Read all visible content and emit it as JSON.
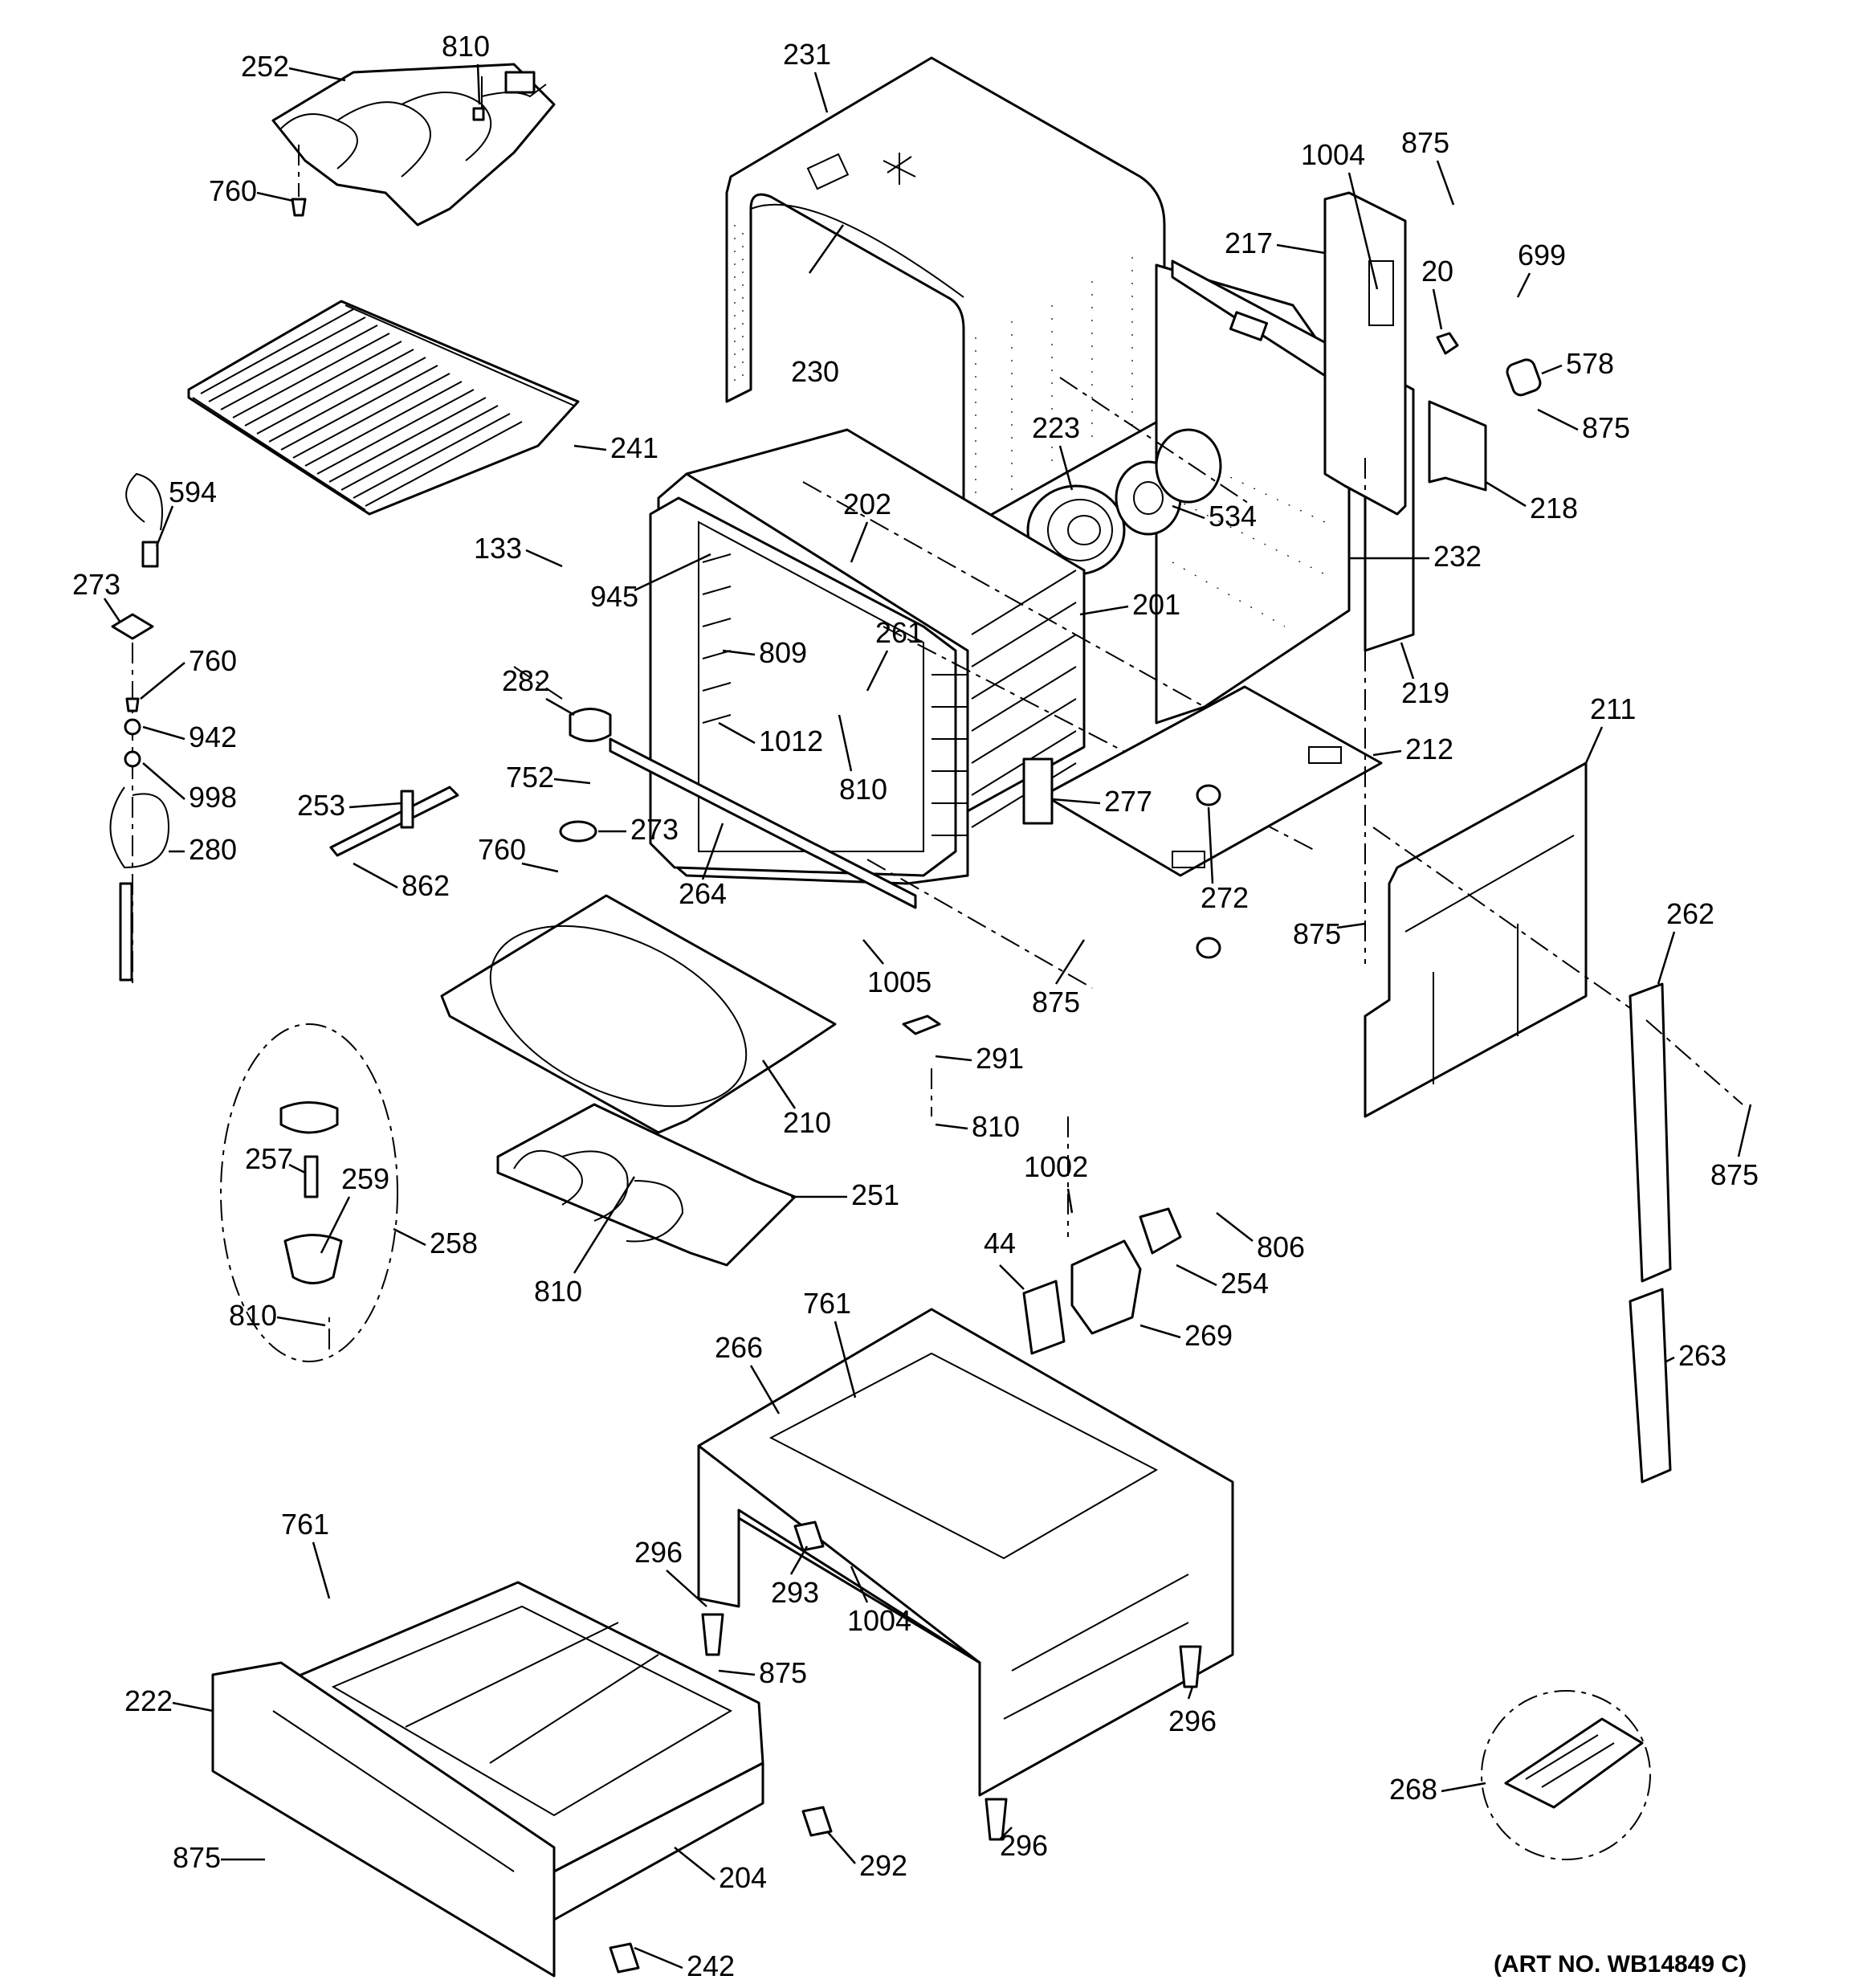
{
  "labels": {
    "p252": "252",
    "p810a": "810",
    "p760a": "760",
    "p231": "231",
    "p230": "230",
    "p1004a": "1004",
    "p875a": "875",
    "p217": "217",
    "p20": "20",
    "p699": "699",
    "p578": "578",
    "p875b": "875",
    "p218": "218",
    "p241": "241",
    "p594": "594",
    "p273a": "273",
    "p760b": "760",
    "p942": "942",
    "p998": "998",
    "p280": "280",
    "p133": "133",
    "p202": "202",
    "p945": "945",
    "p223": "223",
    "p534": "534",
    "p232": "232",
    "p201": "201",
    "p219": "219",
    "p809": "809",
    "p261": "261",
    "p282": "282",
    "p1012": "1012",
    "p810b": "810",
    "p752": "752",
    "p253": "253",
    "p273b": "273",
    "p760c": "760",
    "p862": "862",
    "p264": "264",
    "p277": "277",
    "p212": "212",
    "p211": "211",
    "p272": "272",
    "p875c": "875",
    "p1005": "1005",
    "p875d": "875",
    "p262": "262",
    "p291": "291",
    "p810c": "810",
    "p210": "210",
    "p875e": "875",
    "p257": "257",
    "p259": "259",
    "p251": "251",
    "p258": "258",
    "p810d": "810",
    "p810e": "810",
    "p1002": "1002",
    "p806": "806",
    "p44": "44",
    "p254": "254",
    "p269": "269",
    "p761a": "761",
    "p266": "266",
    "p263": "263",
    "p296a": "296",
    "p293": "293",
    "p1004b": "1004",
    "p761b": "761",
    "p875f": "875",
    "p222": "222",
    "p296b": "296",
    "p296c": "296",
    "p268": "268",
    "p875g": "875",
    "p292": "292",
    "p204": "204",
    "p242": "242"
  },
  "footer": {
    "art_number": "(ART NO. WB14849 C)"
  }
}
